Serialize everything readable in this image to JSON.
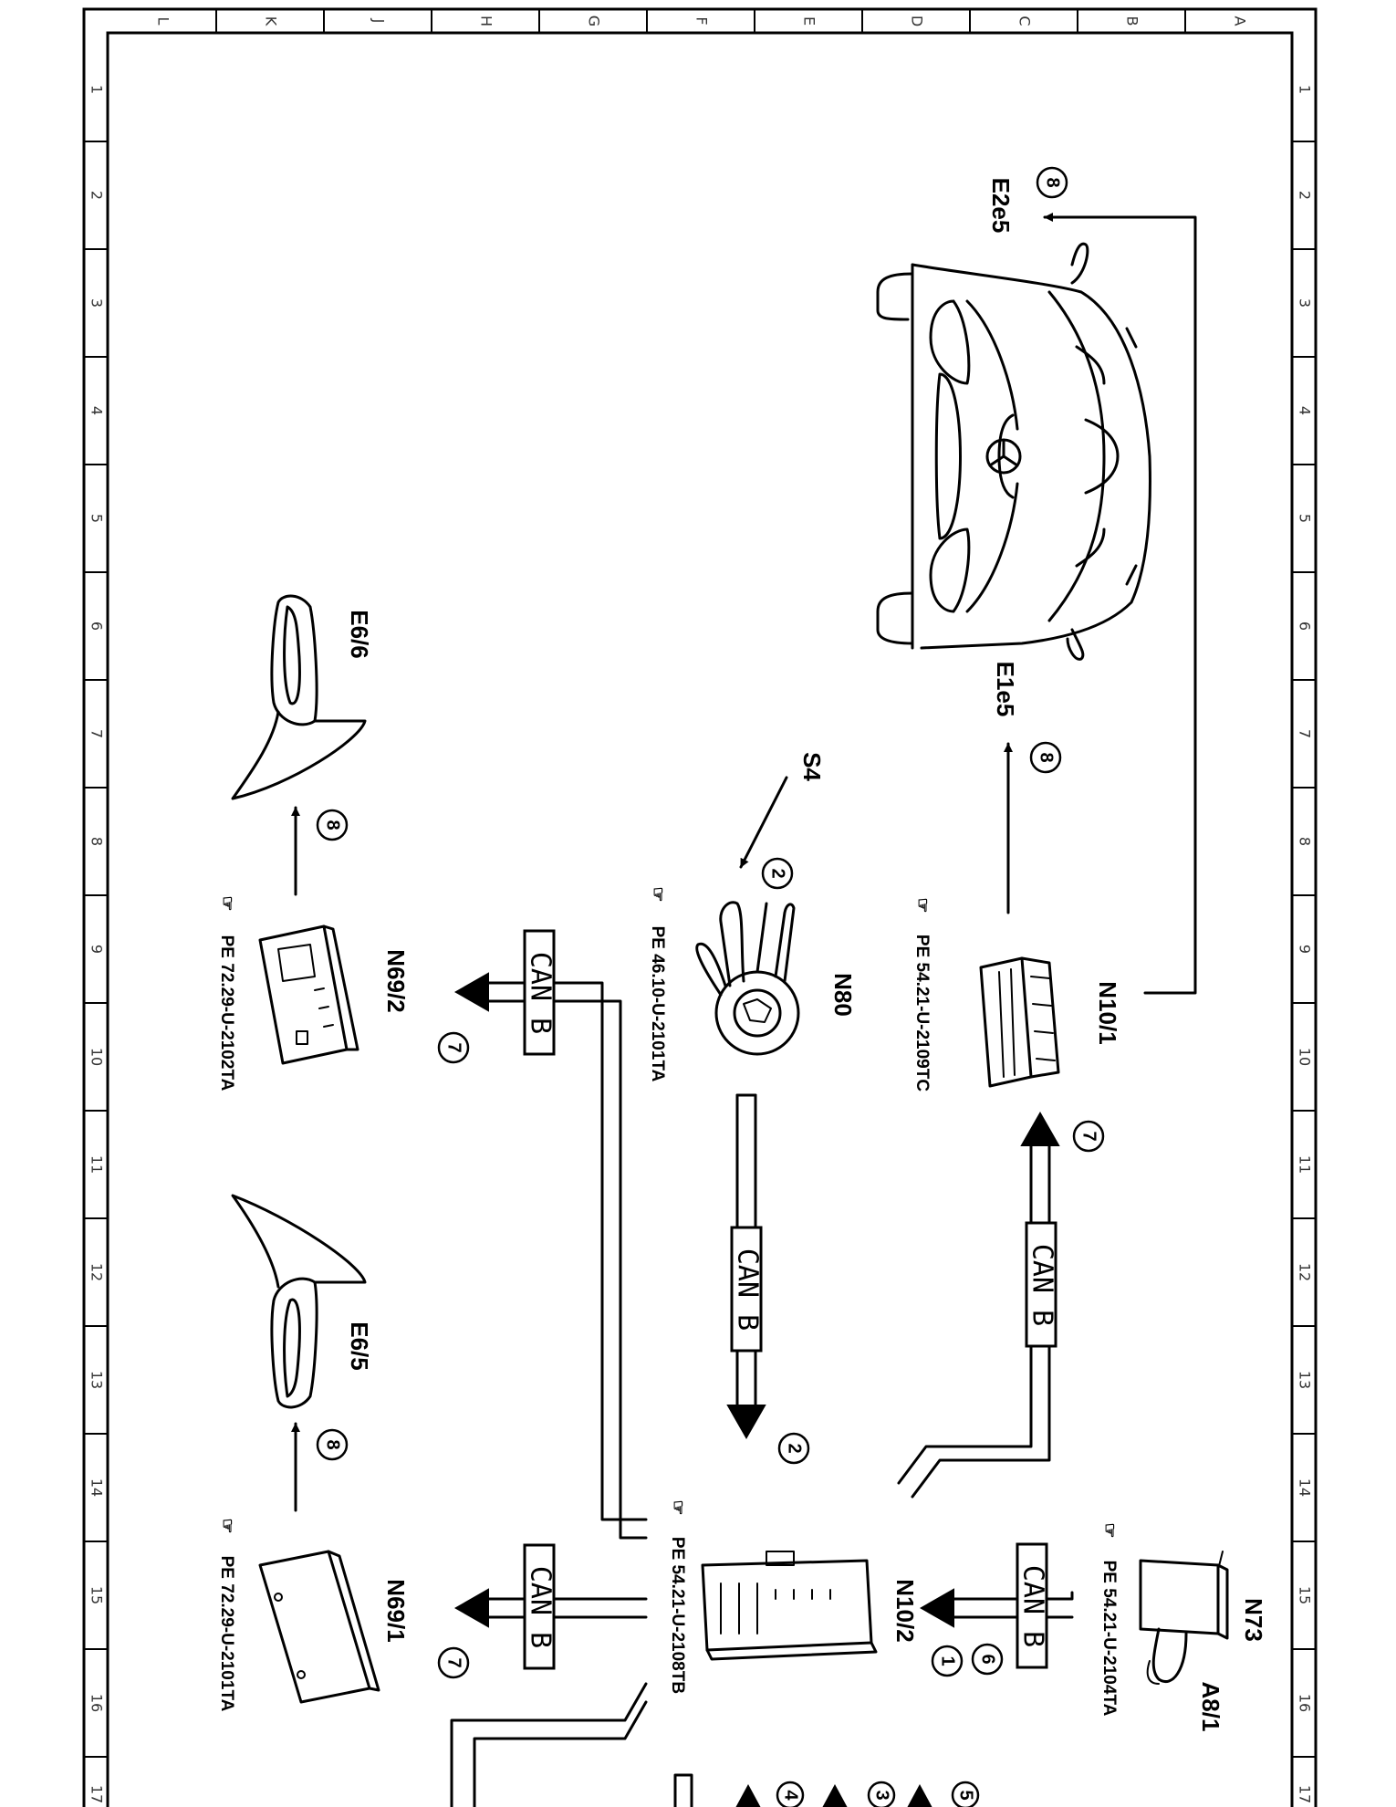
{
  "grid": {
    "letters": [
      "L",
      "K",
      "J",
      "H",
      "G",
      "F",
      "E",
      "D",
      "C",
      "B",
      "A"
    ],
    "numbers": [
      "1",
      "2",
      "3",
      "4",
      "5",
      "6",
      "7",
      "8",
      "9",
      "10",
      "11",
      "12",
      "13",
      "14",
      "15",
      "16",
      "17"
    ]
  },
  "components": {
    "E2e5": "E2e5",
    "E1e5": "E1e5",
    "E6_6": "E6/6",
    "E6_5": "E6/5",
    "S4": "S4",
    "N80": "N80",
    "N10_1": "N10/1",
    "N10_2": "N10/2",
    "N69_2": "N69/2",
    "N69_1": "N69/1",
    "N73": "N73",
    "A8_1": "A8/1"
  },
  "references": {
    "ref_n80": "PE 46.10-U-2101TA",
    "ref_n10_1": "PE 54.21-U-2109TC",
    "ref_n69_2": "PE 72.29-U-2102TA",
    "ref_n69_1": "PE 72.29-U-2101TA",
    "ref_n10_2": "PE 54.21-U-2108TB",
    "ref_n73": "PE 54.21-U-2104TA"
  },
  "bus_label": "CAN B",
  "callouts": {
    "c8": "8",
    "c7": "7",
    "c2": "2",
    "c6": "6",
    "c1": "1",
    "c4": "4",
    "c3": "3",
    "c5": "5"
  }
}
